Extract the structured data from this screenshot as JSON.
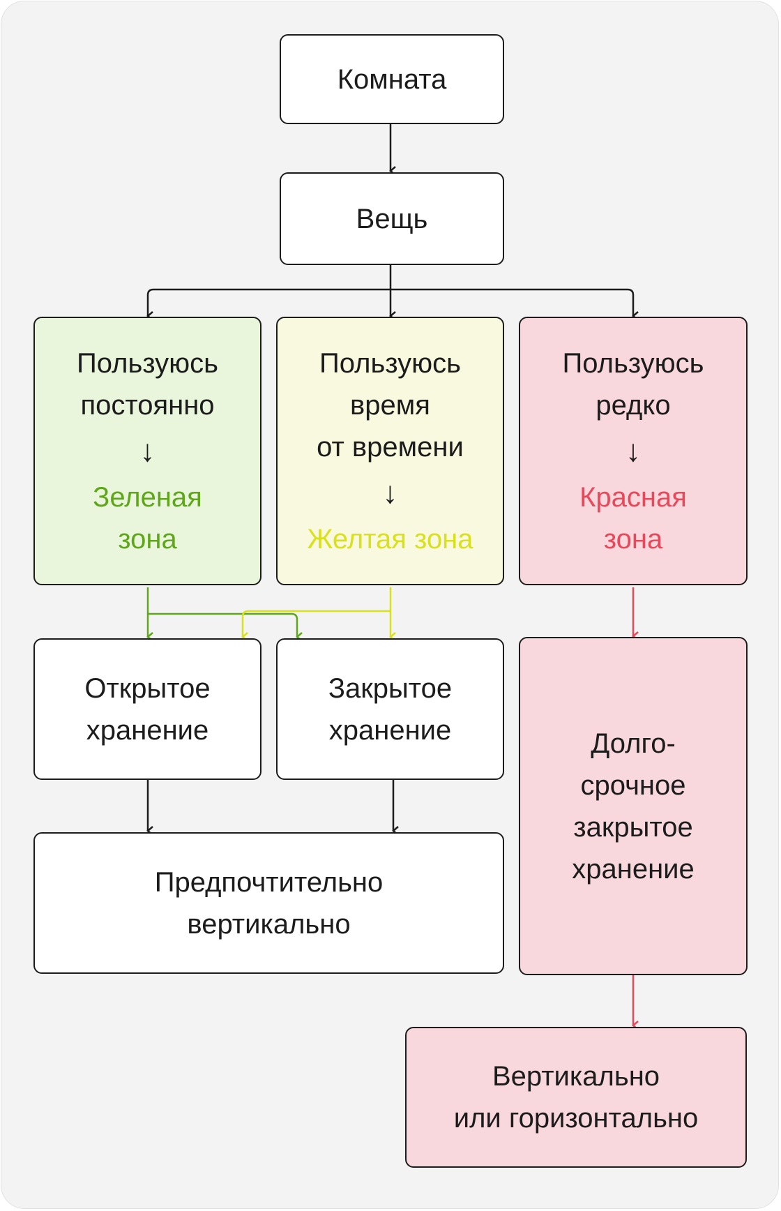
{
  "colors": {
    "panel": "#f3f3f3",
    "line": "#1c1c1c",
    "green": "#5fa61b",
    "yellow": "#d8e11b",
    "red": "#e8485a",
    "green_fill": "#e9f6dc",
    "yellow_fill": "#f9f9df",
    "red_fill": "#f9d8dd"
  },
  "nodes": {
    "room": "Комната",
    "item": "Вещь",
    "use_constantly": {
      "line1": "Пользуюсь",
      "line2": "постоянно",
      "arrow": "↓",
      "zone1": "Зеленая",
      "zone2": "зона"
    },
    "use_sometimes": {
      "line1": "Пользуюсь",
      "line2": "время",
      "line3": "от времени",
      "arrow": "↓",
      "zone": "Желтая зона"
    },
    "use_rarely": {
      "line1": "Пользуюсь",
      "line2": "редко",
      "arrow": "↓",
      "zone1": "Красная",
      "zone2": "зона"
    },
    "open_storage": {
      "line1": "Открытое",
      "line2": "хранение"
    },
    "closed_storage": {
      "line1": "Закрытое",
      "line2": "хранение"
    },
    "longterm_storage": {
      "line1": "Долго-",
      "line2": "срочное",
      "line3": "закрытое",
      "line4": "хранение"
    },
    "prefer_vertical": {
      "line1": "Предпочтительно",
      "line2": "вертикально"
    },
    "vertical_or_horizontal": {
      "line1": "Вертикально",
      "line2": "или горизонтально"
    }
  }
}
